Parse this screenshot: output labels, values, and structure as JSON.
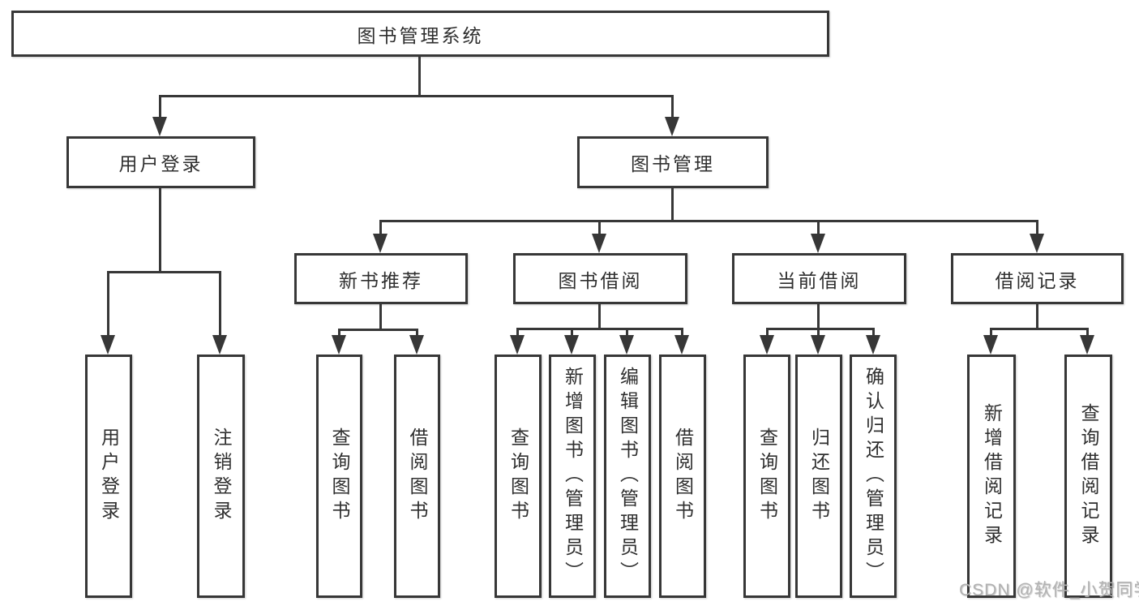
{
  "nodes": {
    "root": "图书管理系统",
    "user_login": "用户登录",
    "book_mgmt": "图书管理",
    "new_book_rec": "新书推荐",
    "book_borrow": "图书借阅",
    "current_borrow": "当前借阅",
    "borrow_records": "借阅记录",
    "leaf_user_login": "用户登录",
    "leaf_logout": "注销登录",
    "leaf_nbr_query": "查询图书",
    "leaf_nbr_borrow": "借阅图书",
    "leaf_bb_query": "查询图书",
    "leaf_bb_add": "新增图书（管理员）",
    "leaf_bb_edit": "编辑图书（管理员）",
    "leaf_bb_borrow": "借阅图书",
    "leaf_cb_query": "查询图书",
    "leaf_cb_return": "归还图书",
    "leaf_cb_confirm": "确认归还（管理员）",
    "leaf_br_add": "新增借阅记录",
    "leaf_br_query": "查询借阅记录"
  },
  "watermark": "CSDN @软件_小贺同学",
  "colors": {
    "line": "#373737",
    "text": "#2f2f2f",
    "box_bg": "#ffffff",
    "watermark": "#b2b2b2"
  }
}
